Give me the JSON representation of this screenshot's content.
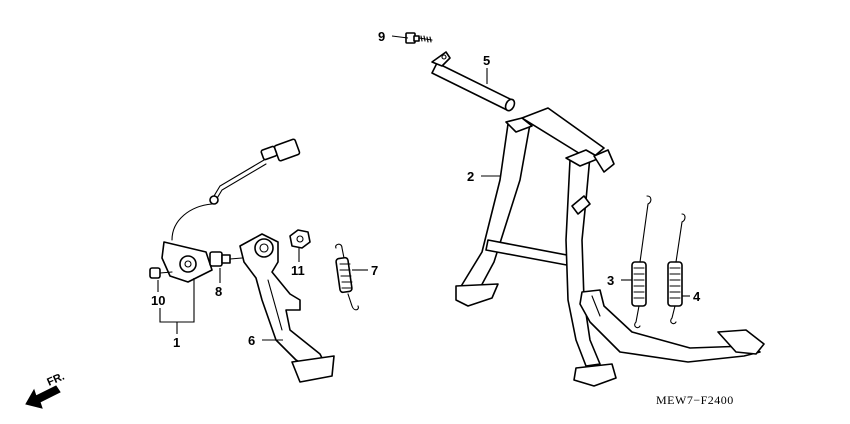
{
  "diagram_code": "MEW7−F2400",
  "front_arrow": {
    "label": "FR."
  },
  "callouts": [
    {
      "id": "1",
      "label": "1",
      "part": "side-stand-switch-assembly"
    },
    {
      "id": "2",
      "label": "2",
      "part": "main-stand"
    },
    {
      "id": "3",
      "label": "3",
      "part": "main-stand-spring-a"
    },
    {
      "id": "4",
      "label": "4",
      "part": "main-stand-spring-b"
    },
    {
      "id": "5",
      "label": "5",
      "part": "main-stand-pivot-pipe"
    },
    {
      "id": "6",
      "label": "6",
      "part": "side-stand"
    },
    {
      "id": "7",
      "label": "7",
      "part": "side-stand-spring"
    },
    {
      "id": "8",
      "label": "8",
      "part": "side-stand-pivot-bolt"
    },
    {
      "id": "9",
      "label": "9",
      "part": "pivot-pipe-bolt"
    },
    {
      "id": "10",
      "label": "10",
      "part": "switch-mounting-bolt"
    },
    {
      "id": "11",
      "label": "11",
      "part": "side-stand-nut"
    }
  ]
}
